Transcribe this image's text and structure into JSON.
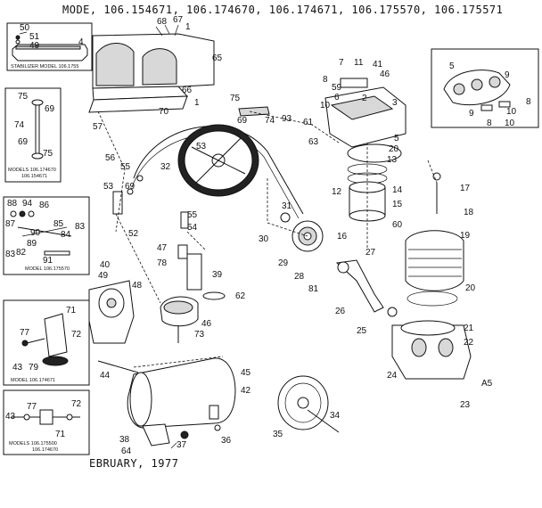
{
  "header": {
    "title": "MODE, 106.154671, 106.174670, 106.174671, 106.175570, 106.175571"
  },
  "footer": {
    "date": "EBRUARY, 1977"
  },
  "insets": {
    "stabilizer": "STABILIZER MODEL 106.1755",
    "m1": "MODELS 106.174670",
    "m1b": "106.154671",
    "m2": "MODEL 106.175570",
    "m3": "MODEL 106.174671",
    "m4": "MODELS 106.175500",
    "m4b": "106.174670"
  },
  "callouts": {
    "c50": "50",
    "c51": "51",
    "c49": "49",
    "c4": "4",
    "c68": "68",
    "c67": "67",
    "c1a": "1",
    "c65": "65",
    "c66": "66",
    "c1b": "1",
    "c70": "70",
    "c57": "57",
    "c75a": "75",
    "c69a": "69",
    "c74a": "74",
    "c69b": "69",
    "c75b": "75",
    "c56": "56",
    "c32": "32",
    "c53a": "53",
    "c75c": "75",
    "c69c": "69",
    "c74b": "74",
    "c93": "93",
    "c61": "61",
    "c63": "63",
    "c7": "7",
    "c11": "11",
    "c41": "41",
    "c8a": "8",
    "c59": "59",
    "c46a": "46",
    "c10a": "10",
    "c6": "6",
    "c2": "2",
    "c3": "3",
    "c5a": "5",
    "c20a": "20",
    "c13": "13",
    "c12": "12",
    "c14": "14",
    "c15": "15",
    "c60": "60",
    "c16": "16",
    "c27": "27",
    "c5b": "5",
    "c9a": "9",
    "c8b": "8",
    "c9b": "9",
    "c10b": "10",
    "c8c": "8",
    "c10c": "10",
    "c17": "17",
    "c18": "18",
    "c19": "19",
    "c20b": "20",
    "c21": "21",
    "c22": "22",
    "c23": "23",
    "c24": "24",
    "cA5": "A5",
    "c55a": "55",
    "c53b": "53",
    "c69d": "69",
    "c52": "52",
    "c55b": "55",
    "c54": "54",
    "c31": "31",
    "c30": "30",
    "c29": "29",
    "c28": "28",
    "c81": "81",
    "c26": "26",
    "c25": "25",
    "c88": "88",
    "c94": "94",
    "c86": "86",
    "c87": "87",
    "c85": "85",
    "c83a": "83",
    "c90": "90",
    "c84": "84",
    "c89": "89",
    "c83b": "83",
    "c82": "82",
    "c91": "91",
    "c40": "40",
    "c49b": "49",
    "c48": "48",
    "c47": "47",
    "c78": "78",
    "c39": "39",
    "c62": "62",
    "c46b": "46",
    "c73": "73",
    "c71a": "71",
    "c77a": "77",
    "c72a": "72",
    "c43a": "43",
    "c79": "79",
    "c44": "44",
    "c45": "45",
    "c42": "42",
    "c43b": "43",
    "c77b": "77",
    "c72b": "72",
    "c71b": "71",
    "c38": "38",
    "c64": "64",
    "c37": "37",
    "c36": "36",
    "c35": "35",
    "c34": "34"
  }
}
